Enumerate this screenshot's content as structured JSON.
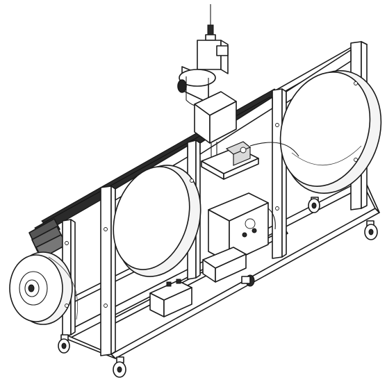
{
  "figure": {
    "kind": "isometric-line-drawing",
    "background": "#ffffff",
    "line_color": "#1a1a1a",
    "shade_color": "#d9d9d9",
    "components": [
      "frame",
      "hose-reel-left",
      "hose-reel-right",
      "hose-reel-center",
      "coiled-hose",
      "motor",
      "drill-head",
      "valve-block",
      "control-box",
      "battery-box",
      "antenna",
      "caster-wheels"
    ]
  }
}
